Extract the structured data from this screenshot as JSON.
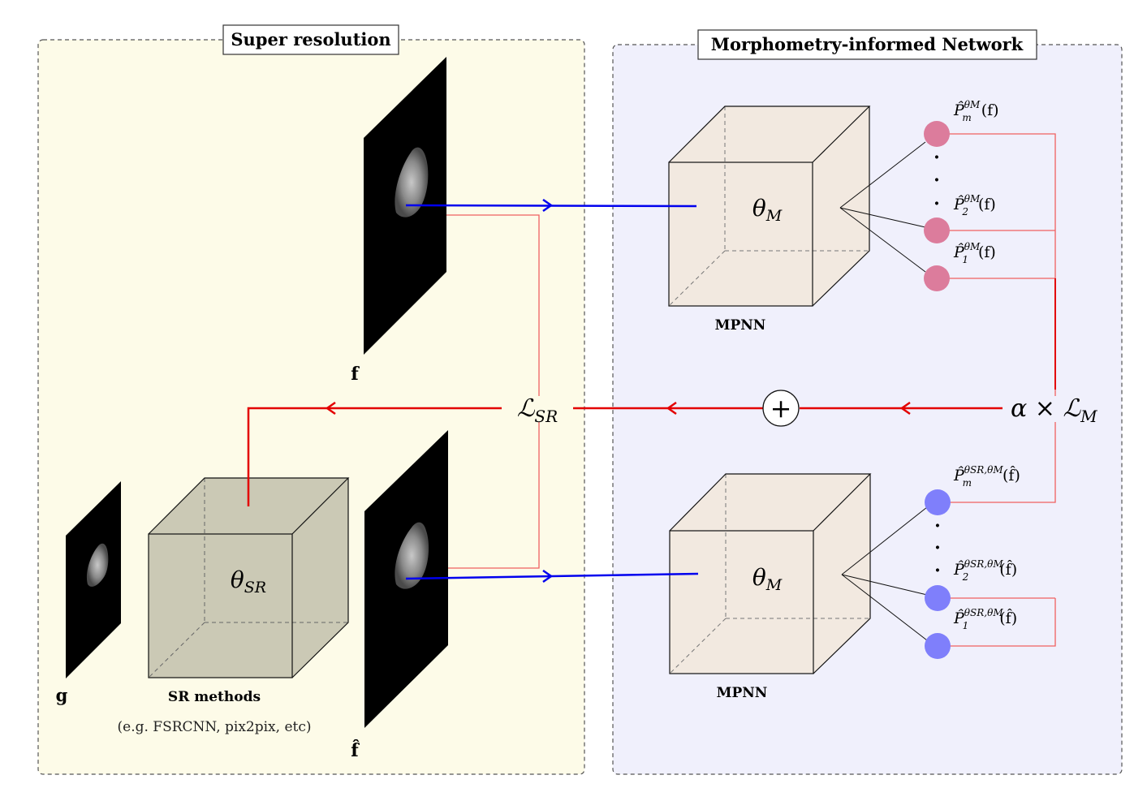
{
  "panels": {
    "sr": {
      "title": "Super resolution"
    },
    "mpnn": {
      "title": "Morphometry-informed Network"
    }
  },
  "images": {
    "f": "f",
    "f_hat": "f̂",
    "g": "g"
  },
  "sr_block": {
    "param_main": "θ",
    "param_sub": "SR",
    "caption": "SR methods",
    "examples": "(e.g. FSRCNN, pix2pix, etc)"
  },
  "mpnn_top": {
    "param_main": "θ",
    "param_sub": "M",
    "caption": "MPNN",
    "outputs": [
      {
        "pre": "P̂",
        "sub": "m",
        "sup": "θM",
        "arg": "(f)"
      },
      {
        "pre": "P̂",
        "sub": "2",
        "sup": "θM",
        "arg": "(f)"
      },
      {
        "pre": "P̂",
        "sub": "1",
        "sup": "θM",
        "arg": "(f)"
      }
    ],
    "dots": "·"
  },
  "mpnn_bottom": {
    "param_main": "θ",
    "param_sub": "M",
    "caption": "MPNN",
    "outputs": [
      {
        "pre": "P̂",
        "sub": "m",
        "sup": "θSR,θM",
        "arg": "(f̂)"
      },
      {
        "pre": "P̂",
        "sub": "2",
        "sup": "θSR,θM",
        "arg": "(f̂)"
      },
      {
        "pre": "P̂",
        "sub": "1",
        "sup": "θSR,θM",
        "arg": "(f̂)"
      }
    ],
    "dots": "·"
  },
  "losses": {
    "sr_loss_main": "ℒ",
    "sr_loss_sub": "SR",
    "m_loss_prefix": "α × ℒ",
    "m_loss_sub": "M",
    "plus": "+"
  },
  "colors": {
    "sr_panel_bg": "#fdfbe8",
    "mpnn_panel_bg": "#f0f0fc",
    "sr_cube": "#cbc9b5",
    "mpnn_cube": "#f2e9e0",
    "pink_node": "#dc7c9c",
    "blue_node": "#7f7ffb",
    "loss_red": "#e30000",
    "thin_red": "#f06060",
    "flow_blue": "#0000ee"
  }
}
